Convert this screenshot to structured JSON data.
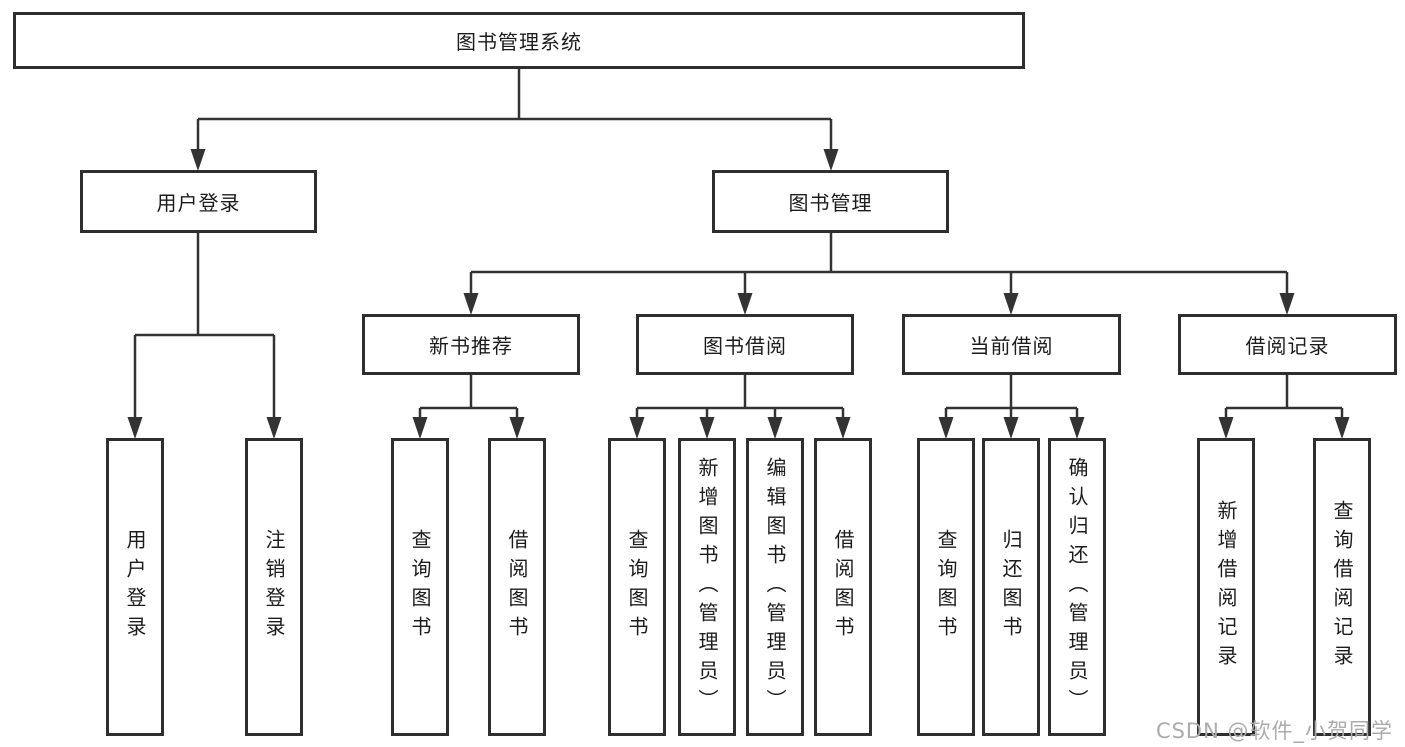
{
  "diagram": {
    "root": "图书管理系统",
    "level2": {
      "user_login": "用户登录",
      "book_management": "图书管理"
    },
    "level3": {
      "new_book_recommend": "新书推荐",
      "book_borrow": "图书借阅",
      "current_borrow": "当前借阅",
      "borrow_records": "借阅记录"
    },
    "leaves": {
      "user_login": "用户登录",
      "logout": "注销登录",
      "nb_query_book": "查询图书",
      "nb_borrow_book": "借阅图书",
      "bb_query_book": "查询图书",
      "bb_add_book": "新增图书（管理员）",
      "bb_edit_book": "编辑图书（管理员）",
      "bb_borrow_book": "借阅图书",
      "cb_query_book": "查询图书",
      "cb_return_book": "归还图书",
      "cb_confirm_return": "确认归还（管理员）",
      "br_add_record": "新增借阅记录",
      "br_query_record": "查询借阅记录"
    }
  },
  "watermark": "CSDN @软件_小贺同学",
  "colors": {
    "line": "#333333",
    "box_border": "#2e2e2e",
    "text": "#1c1c1c",
    "watermark": "#ababab",
    "background": "#ffffff"
  }
}
